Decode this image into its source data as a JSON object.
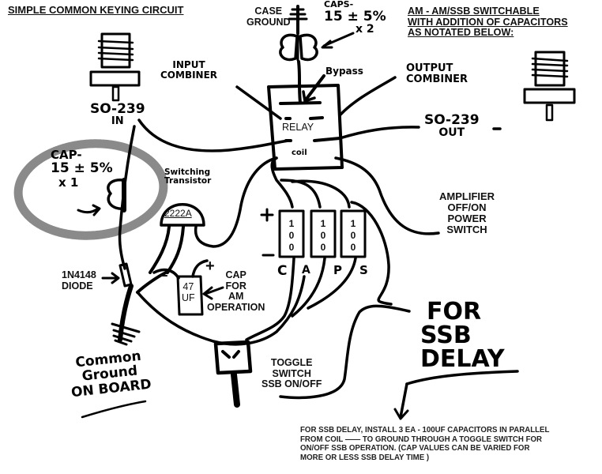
{
  "title": "SIMPLE COMMON KEYING CIRCUIT",
  "header_note": [
    "AM - AM/SSB SWITCHABLE",
    "WITH ADDITION OF CAPACITORS",
    "AS NOTATED BELOW:"
  ],
  "case_ground": [
    "CASE",
    "GROUND"
  ],
  "caps_top": {
    "label": "CAPS-",
    "value": "15 ± 5%",
    "count": "x 2"
  },
  "caps_circled": {
    "label": "CAP-",
    "value": "15 ± 5%",
    "count": "x 1"
  },
  "input_combiner": [
    "INPUT",
    "COMBINER"
  ],
  "output_combiner": [
    "OUTPUT",
    "COMBINER"
  ],
  "bypass": "Bypass",
  "relay": "RELAY",
  "coil": "coil",
  "so239_in": [
    "SO-239",
    "IN"
  ],
  "so239_out": [
    "SO-239",
    "OUT"
  ],
  "switching_transistor": [
    "Switching",
    "Transistor"
  ],
  "transistor_part": "2222A",
  "diode": [
    "1N4148",
    "DIODE"
  ],
  "cap_am": {
    "value": [
      "47",
      "UF"
    ],
    "label": [
      "CAP",
      "FOR",
      "AM",
      "OPERATION"
    ],
    "plus": "+",
    "minus": "−"
  },
  "amp_switch": [
    "AMPLIFIER",
    "OFF/ON",
    "POWER",
    "SWITCH"
  ],
  "ssb_caps": {
    "values": [
      "100",
      "100",
      "100"
    ],
    "letters": [
      "C",
      "A",
      "P",
      "S"
    ],
    "plus": "+",
    "minus": "−"
  },
  "common_ground": [
    "Common",
    "Ground",
    "ON BOARD"
  ],
  "toggle_switch": [
    "TOGGLE",
    "SWITCH",
    "SSB ON/OFF"
  ],
  "ssb_delay": [
    "FOR",
    "SSB",
    "DELAY"
  ],
  "ssb_note": [
    "FOR SSB DELAY, INSTALL 3 EA - 100UF CAPACITORS IN PARALLEL",
    "FROM COIL ——   TO GROUND THROUGH A TOGGLE SWITCH FOR",
    "ON/OFF SSB OPERATION. (CAP VALUES CAN BE VARIED FOR",
    "MORE OR LESS SSB DELAY TIME )"
  ]
}
